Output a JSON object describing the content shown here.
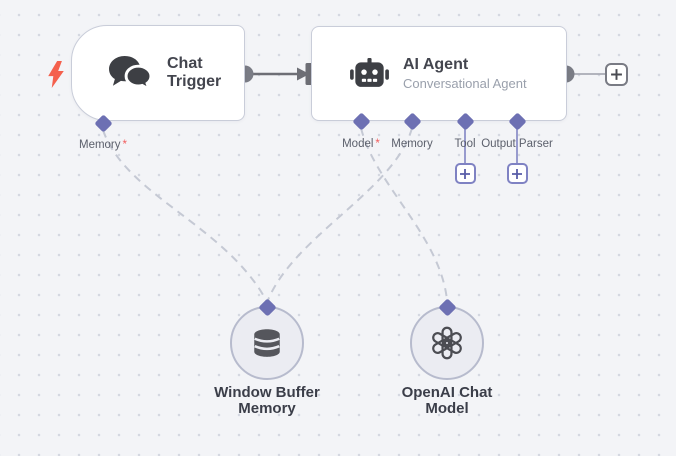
{
  "colors": {
    "accent_purple": "#6d70b3",
    "wire_purple": "#989bce",
    "connector_gray": "#7a7c85",
    "dash_gray": "#c5c9d4",
    "bolt_red": "#f4604d",
    "required_red": "#f25d5d",
    "node_border": "#c9cdd9"
  },
  "icons": {
    "trigger_badge": "lightning-bolt-icon",
    "chat_trigger": "chat-bubbles-icon",
    "ai_agent": "robot-icon",
    "window_buffer_memory": "database-icon",
    "openai_chat_model": "openai-logo-icon",
    "add": "plus-icon"
  },
  "chat_trigger": {
    "title": "Chat Trigger",
    "port_memory_label": "Memory",
    "port_memory_marker": "*"
  },
  "ai_agent": {
    "title": "AI Agent",
    "subtitle": "Conversational Agent",
    "port_model_label": "Model",
    "port_model_marker": "*",
    "port_memory_label": "Memory",
    "port_tool_label": "Tool",
    "port_output_parser_label": "Output Parser"
  },
  "sub_nodes": {
    "window_buffer_memory_label": "Window Buffer Memory",
    "openai_chat_model_label": "OpenAI Chat Model"
  }
}
